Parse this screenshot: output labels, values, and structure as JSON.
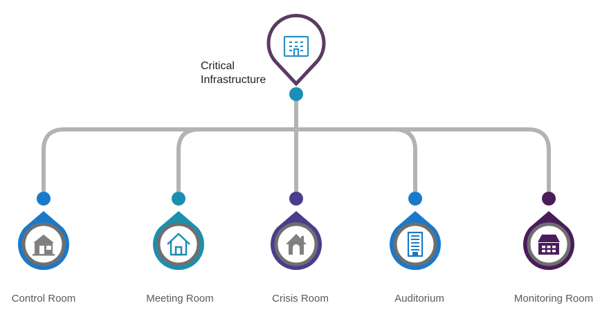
{
  "root": {
    "label_line1": "Critical",
    "label_line2": "Infrastructure",
    "icon": "office-building-icon",
    "color": "#5b3a63",
    "icon_color": "#2b8fc4"
  },
  "connector_color": "#b3b3b3",
  "root_dot_color": "#1b8fb8",
  "nodes": [
    {
      "label": "Control Room",
      "icon": "house-room-icon",
      "color": "#1a79c9",
      "dot": "#1a79c9"
    },
    {
      "label": "Meeting Room",
      "icon": "house-outline-icon",
      "color": "#1b8fb0",
      "dot": "#1b8fb0"
    },
    {
      "label": "Crisis Room",
      "icon": "house-door-icon",
      "color": "#4a3d8c",
      "dot": "#4a3d8c"
    },
    {
      "label": "Auditorium",
      "icon": "tall-building-icon",
      "color": "#1a79c9",
      "dot": "#1a79c9"
    },
    {
      "label": "Monitoring Room",
      "icon": "warehouse-icon",
      "color": "#4a1c5a",
      "dot": "#4a1c5a"
    }
  ]
}
